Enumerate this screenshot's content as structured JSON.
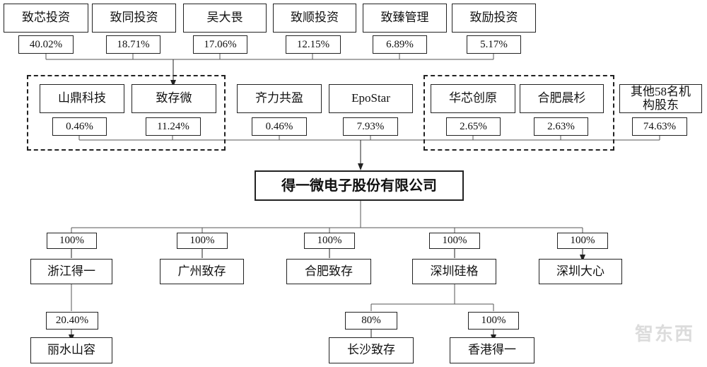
{
  "top_shareholders": [
    {
      "name": "致芯投资",
      "pct": "40.02%"
    },
    {
      "name": "致同投资",
      "pct": "18.71%"
    },
    {
      "name": "吴大畏",
      "pct": "17.06%"
    },
    {
      "name": "致顺投资",
      "pct": "12.15%"
    },
    {
      "name": "致臻管理",
      "pct": "6.89%"
    },
    {
      "name": "致励投资",
      "pct": "5.17%"
    }
  ],
  "mid_shareholders": [
    {
      "name": "山鼎科技",
      "pct": "0.46%"
    },
    {
      "name": "致存微",
      "pct": "11.24%"
    },
    {
      "name": "齐力共盈",
      "pct": "0.46%"
    },
    {
      "name": "EpoStar",
      "pct": "7.93%"
    },
    {
      "name": "华芯创原",
      "pct": "2.65%"
    },
    {
      "name": "合肥晨杉",
      "pct": "2.63%"
    },
    {
      "name": "其他58名机构股东",
      "pct": "74.63%"
    }
  ],
  "company": "得一微电子股份有限公司",
  "subsidiaries": [
    {
      "name": "浙江得一",
      "pct": "100%"
    },
    {
      "name": "广州致存",
      "pct": "100%"
    },
    {
      "name": "合肥致存",
      "pct": "100%"
    },
    {
      "name": "深圳硅格",
      "pct": "100%"
    },
    {
      "name": "深圳大心",
      "pct": "100%"
    }
  ],
  "sub_subsidiaries": [
    {
      "name": "丽水山容",
      "pct": "20.40%"
    },
    {
      "name": "长沙致存",
      "pct": "80%"
    },
    {
      "name": "香港得一",
      "pct": "100%"
    }
  ],
  "watermark": "智东西"
}
